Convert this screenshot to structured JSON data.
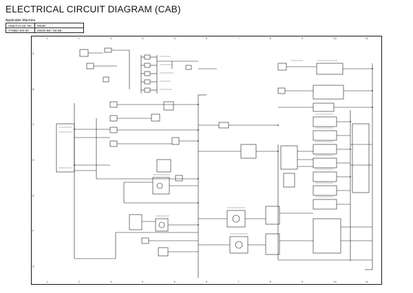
{
  "header": {
    "title": "ELECTRICAL CIRCUIT DIAGRAM (CAB)",
    "applicable_label": "Applicable Machine",
    "table": {
      "col1_header": "Attach to vol. No.",
      "col2_header": "Model",
      "col1_value": "TTNBC-EN-00",
      "col2_value": "ZW40-5B / 50-5B"
    }
  },
  "frame": {
    "top_numbers": [
      "1",
      "2",
      "3",
      "4",
      "5",
      "6",
      "7",
      "8",
      "9",
      "10",
      "11"
    ],
    "bottom_numbers": [
      "1",
      "2",
      "3",
      "4",
      "5",
      "6",
      "7",
      "8",
      "9",
      "10",
      "11"
    ],
    "side_letters": [
      "A",
      "B",
      "C",
      "D",
      "E",
      "F",
      "G"
    ]
  },
  "diagram": {
    "line_color": "#1a1a1a"
  }
}
